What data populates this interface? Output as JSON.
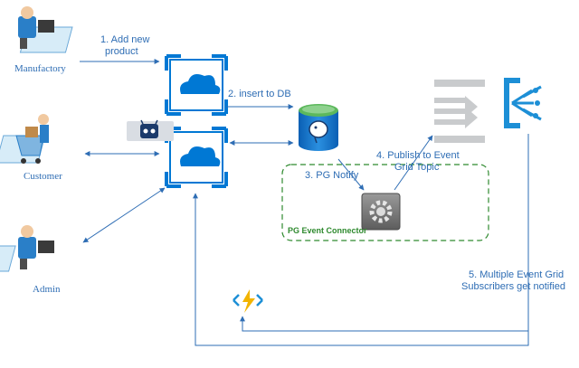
{
  "actors": {
    "manufactory": "Manufactory",
    "customer": "Customer",
    "admin": "Admin"
  },
  "steps": {
    "step1_line1": "1. Add new",
    "step1_line2": "product",
    "step2": "2. insert to DB",
    "step3": "3. PG Notify",
    "step4_line1": "4. Publish to Event",
    "step4_line2": "Grid Topic",
    "step5_line1": "5. Multiple Event Grid",
    "step5_line2": "Subscribers get notified"
  },
  "group_label": "PG Event Connector",
  "icons": {
    "app_service_top": "app-service-icon",
    "app_service_bottom": "app-service-icon",
    "database": "postgresql-icon",
    "connector": "gear-icon",
    "topic": "event-grid-topic-icon",
    "event_grid": "event-grid-icon",
    "function": "azure-function-icon",
    "bot": "bot-icon"
  },
  "colors": {
    "azure_blue": "#0078d4",
    "arrow": "#2e6db4",
    "group_border": "#2f8a2f",
    "label": "#2e6db4"
  }
}
